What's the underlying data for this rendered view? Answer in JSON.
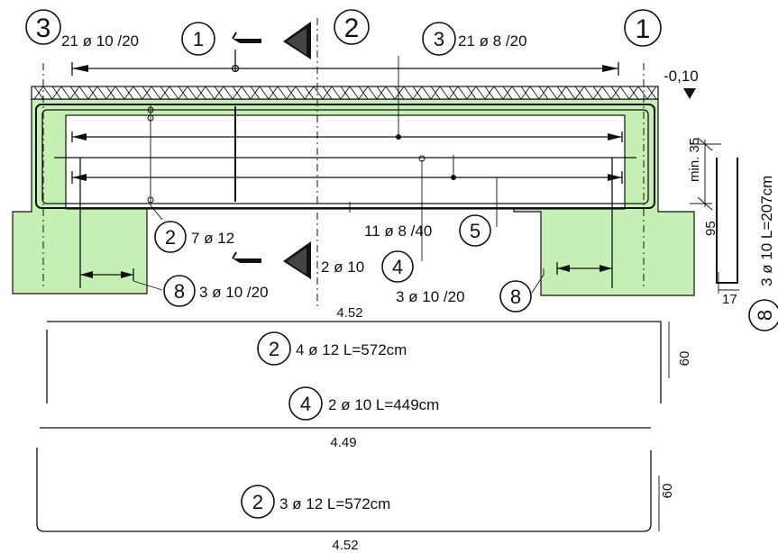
{
  "marks": {
    "m1_left": "1",
    "m1_right": "1",
    "m2_top": "2",
    "m3_left": "3",
    "m3_mid": "3",
    "m2_bot": "2",
    "m4": "4",
    "m5": "5",
    "m8_left": "8",
    "m8_right": "8",
    "m8_side": "8",
    "m2_bar1": "2",
    "m4_bar1": "4",
    "m2_bar2": "2"
  },
  "labels": {
    "top_left": "21 ø 10 /20",
    "top_mid": "21 ø 8 /20",
    "level": "-0,10",
    "min": "min. 35",
    "pos2": "7 ø 12",
    "pos5": "11 ø 8 /40",
    "pos4": "2 ø 10",
    "pos8_left": "3 ø 10 /20",
    "pos8_right": "3 ø 10 /20",
    "dim_95": "95",
    "dim_17": "17",
    "side_bar": "3 ø 10 L=207cm",
    "dim_452_top": "4.52",
    "bar1_a": "4 ø 12 L=572cm",
    "bar1_b": "2 ø 10 L=449cm",
    "bar1_h": "60",
    "dim_449": "4.49",
    "bar2": "3 ø 12 L=572cm",
    "bar2_h": "60",
    "dim_452_bot": "4.52"
  }
}
